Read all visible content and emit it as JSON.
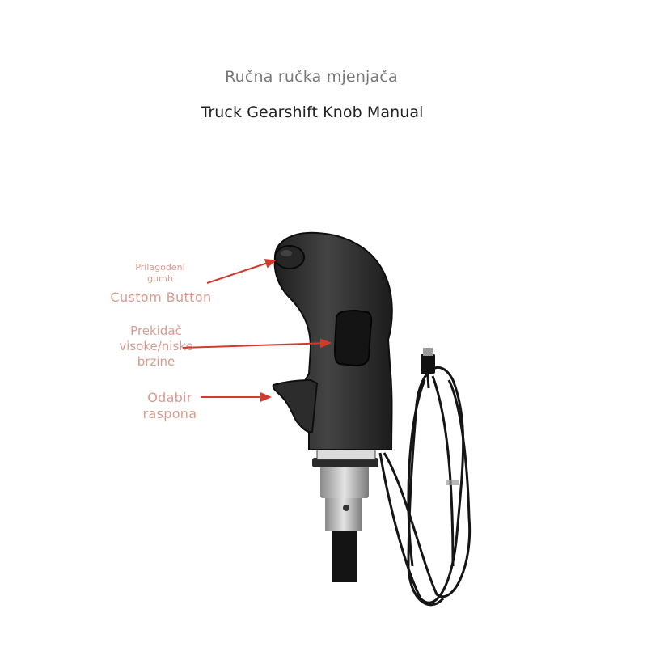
{
  "header": {
    "subtitle": "Ručna ručka mjenjača",
    "title": "Truck Gearshift Knob Manual"
  },
  "callouts": {
    "custom_button_hr_line1": "Prilagođeni",
    "custom_button_hr_line2": "gumb",
    "custom_button_en": "Custom Button",
    "range_switch_line1": "Prekidač",
    "range_switch_line2": "visoke/niske",
    "range_switch_line3": "brzine",
    "range_select_line1": "Odabir",
    "range_select_line2": "raspona"
  },
  "colors": {
    "label": "#d99a90",
    "arrow": "#d23a2e",
    "knob": "#2e2e2e"
  }
}
